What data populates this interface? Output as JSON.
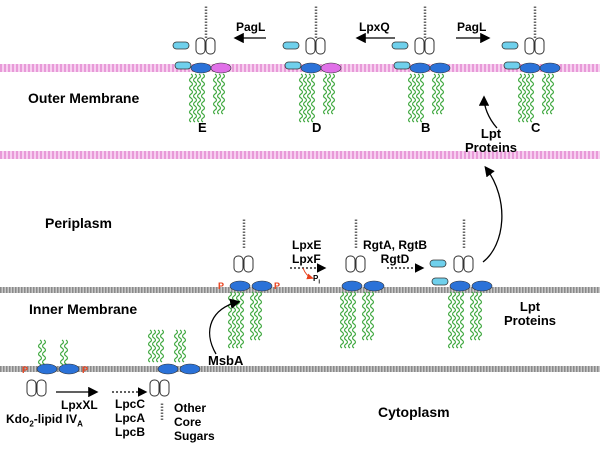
{
  "colors": {
    "enzyme": "#e8401c",
    "outer_membrane": "#f2b8e6",
    "inner_membrane": "#b4b4b4",
    "lipid_a_head": "#2b72d8",
    "palmitate_head": "#e070e8",
    "kdo_sugar": "#6fd0ec",
    "acyl_chain": "#3fa83f",
    "phosphate": "#e8401c"
  },
  "compartments": {
    "outer_membrane": "Outer Membrane",
    "periplasm": "Periplasm",
    "inner_membrane": "Inner Membrane",
    "cytoplasm": "Cytoplasm"
  },
  "enzymes": {
    "pagL_left": "PagL",
    "lpxQ": "LpxQ",
    "pagL_right": "PagL",
    "lpxE": "LpxE",
    "lpxF": "LpxF",
    "rgt_line1": "RgtA, RgtB",
    "rgt_line2": "RgtD",
    "lpxXL": "LpxXL",
    "lpcC": "LpcC",
    "lpcA": "LpcA",
    "lpcB": "LpcB"
  },
  "transport": {
    "msbA": "MsbA",
    "lpt_outer_1": "Lpt",
    "lpt_outer_2": "Proteins",
    "lpt_inner_1": "Lpt",
    "lpt_inner_2": "Proteins"
  },
  "species": {
    "E": "E",
    "D": "D",
    "B": "B",
    "C": "C"
  },
  "substrate": {
    "name": "Kdo",
    "sub": "2",
    "rest": "-lipid IV",
    "suffix": "A"
  },
  "other_core": [
    "Other",
    "Core",
    "Sugars"
  ],
  "phosphate_label": "P",
  "pi_label": "P",
  "pi_sub": "i"
}
